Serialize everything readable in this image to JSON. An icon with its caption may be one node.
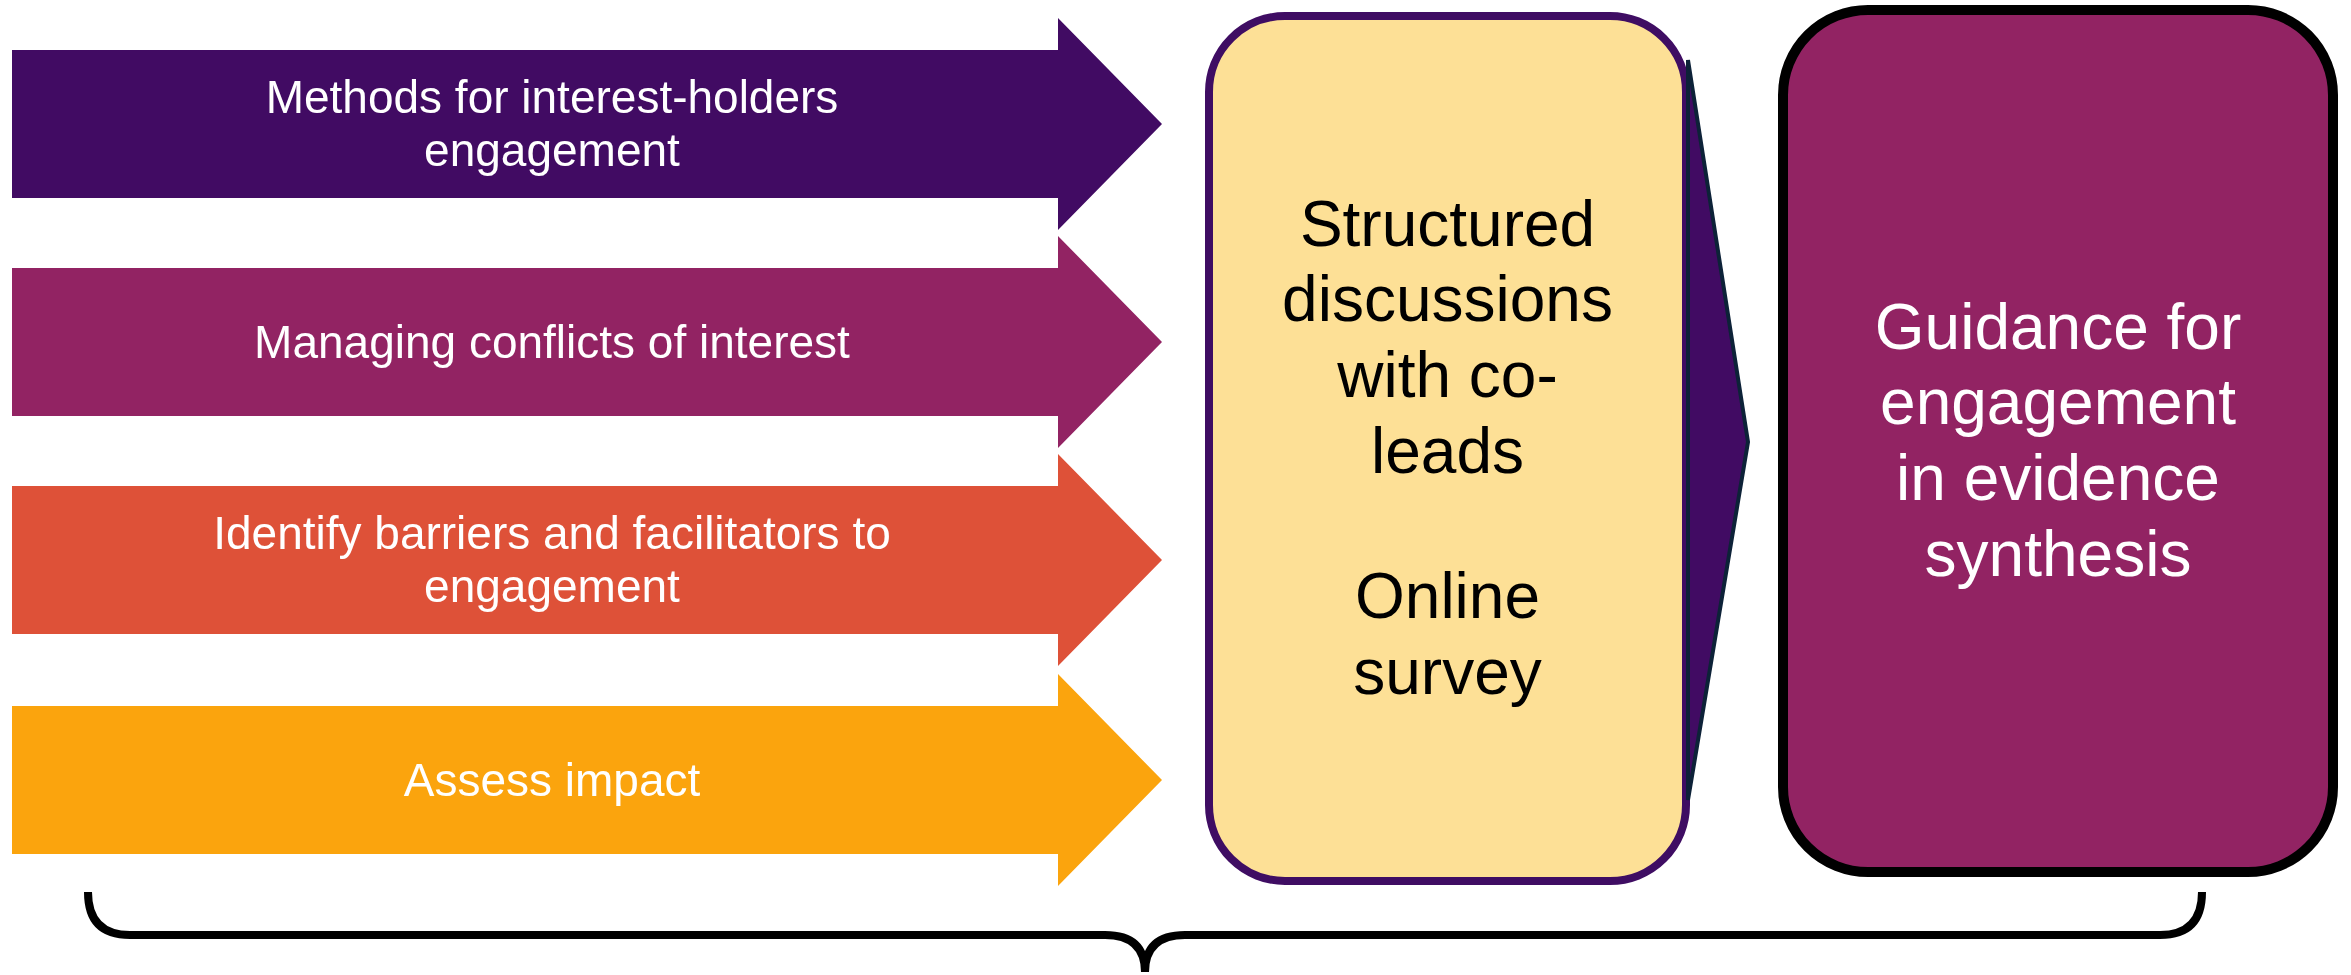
{
  "diagram": {
    "nodes": [
      {
        "text": [
          "Methods for interest-holders engagement"
        ]
      },
      {
        "text": [
          "Managing conflicts of interest"
        ]
      },
      {
        "text": [
          "Identify barriers and facilitators to engagement"
        ]
      },
      {
        "text": [
          "Assess impact"
        ]
      },
      {
        "text": [
          "Structured discussions with co-leads",
          "Online survey"
        ]
      },
      {
        "text": [
          "Guidance for engagement in evidence synthesis"
        ]
      }
    ],
    "edges": [
      {
        "from": 4,
        "to": 5,
        "arrow": "to"
      }
    ]
  }
}
